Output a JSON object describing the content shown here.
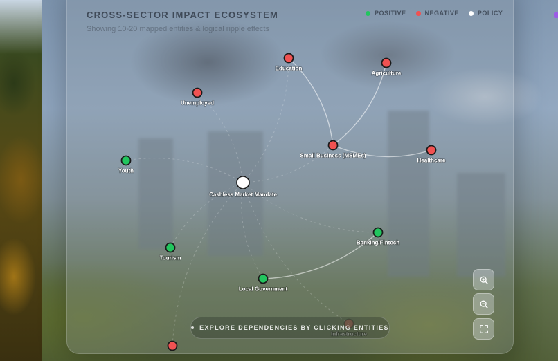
{
  "header": {
    "title": "CROSS-SECTOR IMPACT ECOSYSTEM",
    "subtitle": "Showing 10-20 mapped entities & logical ripple effects"
  },
  "legend": [
    {
      "label": "POSITIVE",
      "color": "#22c55e"
    },
    {
      "label": "NEGATIVE",
      "color": "#f05252"
    },
    {
      "label": "POLICY",
      "color": "#ffffff"
    }
  ],
  "nodes": [
    {
      "id": "education",
      "label": "Education",
      "type": "negative"
    },
    {
      "id": "agriculture",
      "label": "Agriculture",
      "type": "negative"
    },
    {
      "id": "unemployed",
      "label": "Unemployed",
      "type": "negative"
    },
    {
      "id": "msme",
      "label": "Small Business (MSMEs)",
      "type": "negative"
    },
    {
      "id": "healthcare",
      "label": "Healthcare",
      "type": "negative"
    },
    {
      "id": "youth",
      "label": "Youth",
      "type": "positive"
    },
    {
      "id": "mandate",
      "label": "Cashless Market Mandate",
      "type": "policy"
    },
    {
      "id": "fintech",
      "label": "Banking/Fintech",
      "type": "positive"
    },
    {
      "id": "tourism",
      "label": "Tourism",
      "type": "positive"
    },
    {
      "id": "localgov",
      "label": "Local Government",
      "type": "positive"
    },
    {
      "id": "infrastructure",
      "label": "Infrastructure",
      "type": "negative"
    },
    {
      "id": "unlabeled_bottom",
      "label": "",
      "type": "negative"
    }
  ],
  "links": [
    {
      "source": "msme",
      "target": "education",
      "style": "solid"
    },
    {
      "source": "msme",
      "target": "agriculture",
      "style": "solid"
    },
    {
      "source": "msme",
      "target": "healthcare",
      "style": "solid"
    },
    {
      "source": "localgov",
      "target": "fintech",
      "style": "solid"
    },
    {
      "source": "mandate",
      "target": "education",
      "style": "dashed"
    },
    {
      "source": "mandate",
      "target": "unemployed",
      "style": "dashed"
    },
    {
      "source": "mandate",
      "target": "msme",
      "style": "dashed"
    },
    {
      "source": "mandate",
      "target": "youth",
      "style": "dashed"
    },
    {
      "source": "mandate",
      "target": "fintech",
      "style": "dashed"
    },
    {
      "source": "mandate",
      "target": "tourism",
      "style": "dashed"
    },
    {
      "source": "mandate",
      "target": "localgov",
      "style": "dashed"
    },
    {
      "source": "mandate",
      "target": "infrastructure",
      "style": "dashed"
    },
    {
      "source": "mandate",
      "target": "unlabeled_bottom",
      "style": "dashed"
    }
  ],
  "colors": {
    "positive": "#22c55e",
    "negative": "#f05252",
    "policy": "#ffffff"
  },
  "hint": {
    "label": "EXPLORE DEPENDENCIES BY CLICKING ENTITIES"
  },
  "controls": [
    {
      "name": "zoom-in-button",
      "icon": "zoom-in-icon"
    },
    {
      "name": "zoom-out-button",
      "icon": "zoom-out-icon"
    },
    {
      "name": "fit-view-button",
      "icon": "fullscreen-icon"
    }
  ]
}
